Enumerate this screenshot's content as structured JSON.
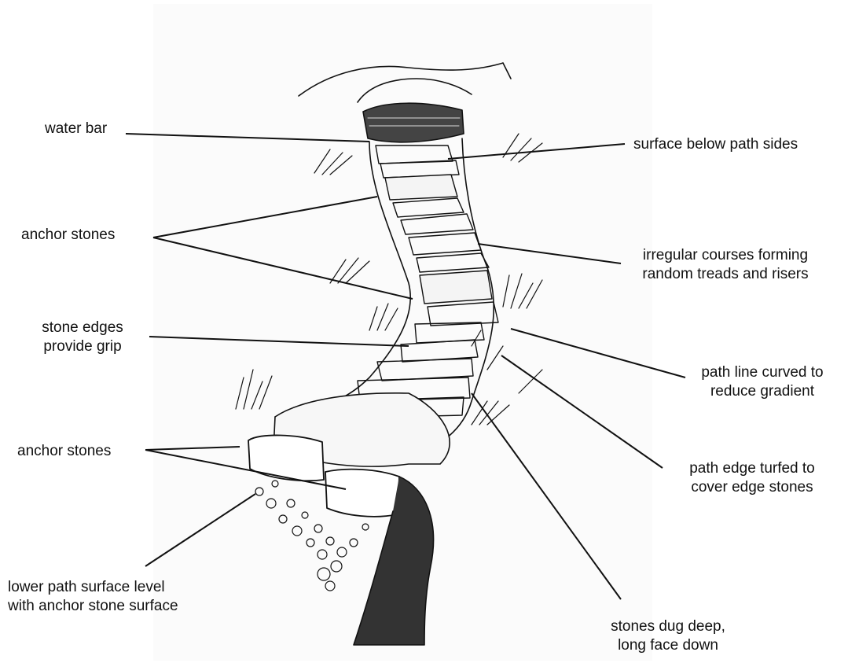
{
  "labels": {
    "water_bar": "water bar",
    "surface_below_path_sides": "surface below path sides",
    "anchor_stones_upper": "anchor stones",
    "irregular_courses": [
      "irregular courses forming",
      "random treads and risers"
    ],
    "stone_edges_grip": [
      "stone edges",
      "provide grip"
    ],
    "path_line_curved": [
      "path line curved to",
      "reduce gradient"
    ],
    "anchor_stones_lower": "anchor stones",
    "path_edge_turfed": [
      "path edge turfed to",
      "cover edge stones"
    ],
    "lower_path_surface": [
      "lower path surface level",
      "with anchor stone surface"
    ],
    "stones_dug_deep": [
      "stones dug deep,",
      "long face down"
    ]
  },
  "colors": {
    "ink": "#111111",
    "background": "#ffffff",
    "paper_tint": "#fbfbfb"
  }
}
